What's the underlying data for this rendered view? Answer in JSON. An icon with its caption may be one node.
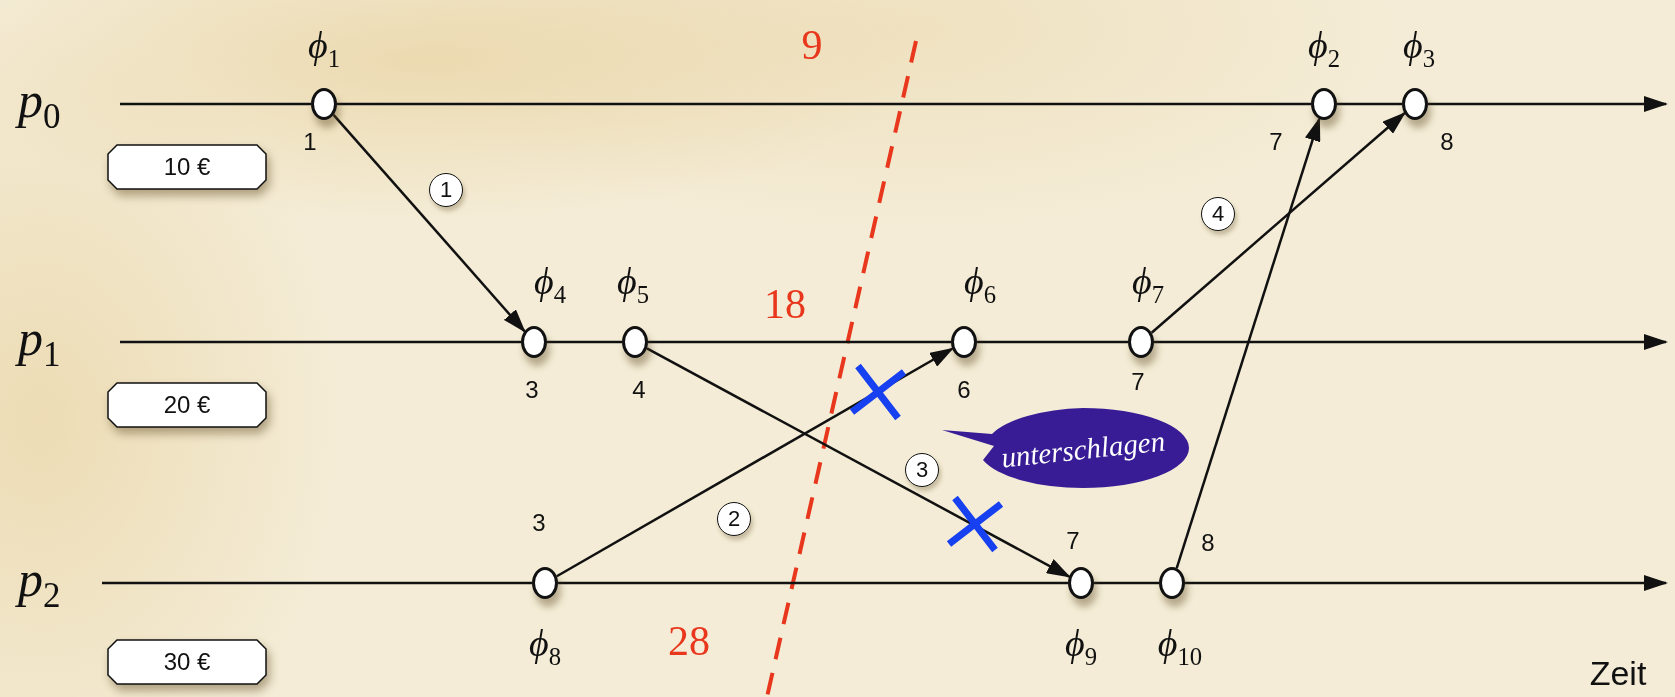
{
  "diagram": {
    "nodes": [
      {
        "text": [
          "p$_{0}$"
        ]
      },
      {
        "text": [
          "10 €"
        ]
      },
      {
        "text": [],
        "shape": "circle",
        "beside": [
          "ϕ$_{1}$",
          "1"
        ]
      },
      {
        "text": [],
        "shape": "circle",
        "beside": [
          "ϕ$_{2}$",
          "7"
        ]
      },
      {
        "text": [],
        "shape": "circle",
        "beside": [
          "ϕ$_{3}$",
          "8"
        ]
      },
      {
        "text": [
          "p$_{1}$"
        ]
      },
      {
        "text": [
          "20 €"
        ]
      },
      {
        "text": [],
        "shape": "circle",
        "beside": [
          "ϕ$_{4}$",
          "3"
        ]
      },
      {
        "text": [],
        "shape": "circle",
        "beside": [
          "ϕ$_{5}$",
          "4"
        ]
      },
      {
        "text": [],
        "shape": "circle",
        "beside": [
          "ϕ$_{6}$",
          "6"
        ]
      },
      {
        "text": [],
        "shape": "circle",
        "beside": [
          "ϕ$_{7}$",
          "7"
        ]
      },
      {
        "text": [
          "unterschlagen"
        ]
      },
      {
        "text": [
          "p$_{2}$"
        ]
      },
      {
        "text": [
          "30 €"
        ]
      },
      {
        "text": [],
        "shape": "circle",
        "beside": [
          "ϕ$_{8}$",
          "3"
        ]
      },
      {
        "text": [],
        "shape": "circle",
        "beside": [
          "ϕ$_{9}$",
          "7"
        ]
      },
      {
        "text": [],
        "shape": "circle",
        "beside": [
          "ϕ$_{10}$",
          "8"
        ]
      }
    ],
    "edges": [
      {
        "from": 0,
        "to": 2,
        "arrow": "none"
      },
      {
        "from": 2,
        "to": 3,
        "arrow": "none"
      },
      {
        "from": 3,
        "to": 4,
        "arrow": "none"
      },
      {
        "from": 4,
        "to": null,
        "arrow": "to"
      },
      {
        "from": 5,
        "to": 7,
        "arrow": "none"
      },
      {
        "from": 7,
        "to": 8,
        "arrow": "none"
      },
      {
        "from": 8,
        "to": 9,
        "arrow": "none"
      },
      {
        "from": 9,
        "to": 10,
        "arrow": "none"
      },
      {
        "from": 10,
        "to": null,
        "arrow": "to"
      },
      {
        "from": 12,
        "to": 14,
        "arrow": "none"
      },
      {
        "from": 14,
        "to": 15,
        "arrow": "none"
      },
      {
        "from": 15,
        "to": 16,
        "arrow": "none"
      },
      {
        "from": 16,
        "to": null,
        "arrow": "to"
      },
      {
        "from": 2,
        "to": 7,
        "arrow": "to",
        "label": "1"
      },
      {
        "from": 14,
        "to": 9,
        "arrow": "to",
        "label": "2"
      },
      {
        "from": 8,
        "to": 15,
        "arrow": "to",
        "label": "3"
      },
      {
        "from": 10,
        "to": 4,
        "arrow": "to",
        "label": "4"
      },
      {
        "from": 16,
        "to": 3,
        "arrow": "to"
      }
    ],
    "labels": [
      "9",
      "18",
      "28",
      "Zeit"
    ]
  }
}
